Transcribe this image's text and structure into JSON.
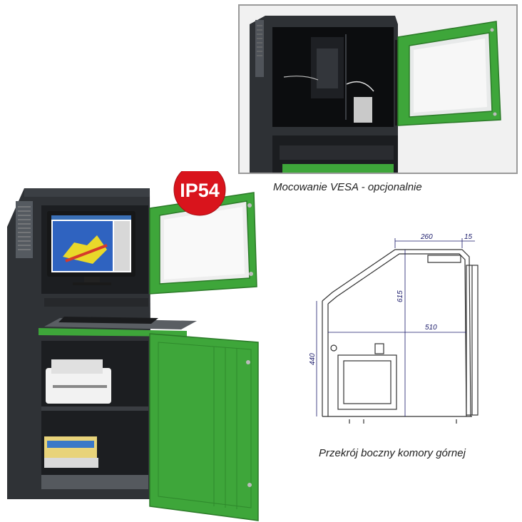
{
  "badge": {
    "text": "IP54",
    "color": "#d9141c"
  },
  "captions": {
    "vesa": "Mocowanie VESA - opcjonalnie",
    "section": "Przekrój boczny komory górnej"
  },
  "dimensions": {
    "top_width": "260",
    "top_offset": "15",
    "height_total": "615",
    "depth": "510",
    "height_lower": "440"
  },
  "colors": {
    "cabinet": "#2f3236",
    "door_green": "#3ea63a",
    "dimension_blue": "#1a1a6a"
  }
}
